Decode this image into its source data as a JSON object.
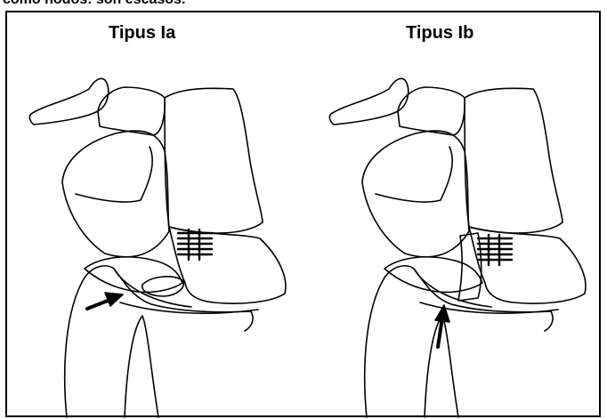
{
  "header": {
    "caption": "como nodos: son escasos."
  },
  "panels": [
    {
      "title": "Tipus Ia"
    },
    {
      "title": "Tipus Ib"
    }
  ],
  "colors": {
    "ink": "#000000",
    "background": "#ffffff"
  }
}
